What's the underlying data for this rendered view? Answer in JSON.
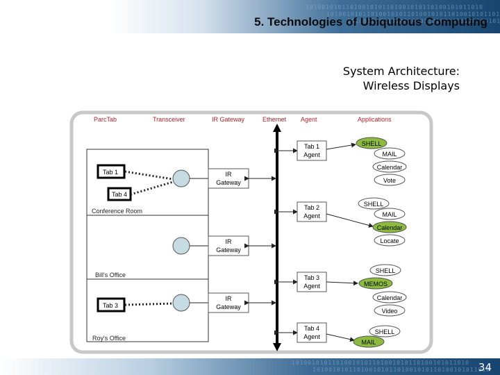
{
  "header": {
    "title": "5.  Technologies of Ubiquitous Computing",
    "binary_decoration": "10100101011010010101101001010110100101011010"
  },
  "subtitle": {
    "line1": "System Architecture:",
    "line2": "Wireless Displays"
  },
  "diagram": {
    "columns": {
      "parctab": "ParcTab",
      "transceiver": "Transceiver",
      "ir_gateway": "IR Gateway",
      "ethernet": "Ethernet",
      "agent": "Agent",
      "applications": "Applications"
    },
    "rooms": {
      "conference": "Conference Room",
      "bill": "Bill's Office",
      "roy": "Roy's Office"
    },
    "tabs": {
      "tab1": "Tab 1",
      "tab4": "Tab 4",
      "tab3": "Tab 3"
    },
    "gateway": {
      "line1": "IR",
      "line2": "Gateway"
    },
    "agents": {
      "a1": {
        "line1": "Tab 1",
        "line2": "Agent"
      },
      "a2": {
        "line1": "Tab 2",
        "line2": "Agent"
      },
      "a3": {
        "line1": "Tab 3",
        "line2": "Agent"
      },
      "a4": {
        "line1": "Tab 4",
        "line2": "Agent"
      }
    },
    "apps": {
      "shell": "SHELL",
      "mail": "MAIL",
      "calendar": "Calendar",
      "vote": "Vote",
      "locate": "Locate",
      "memos": "MEMOS",
      "video": "Video"
    },
    "colors": {
      "active_app": "#8dbb3f",
      "transceiver": "#c6dbe2",
      "frame": "#c8c8c8"
    }
  },
  "footer": {
    "page_number": "34"
  }
}
